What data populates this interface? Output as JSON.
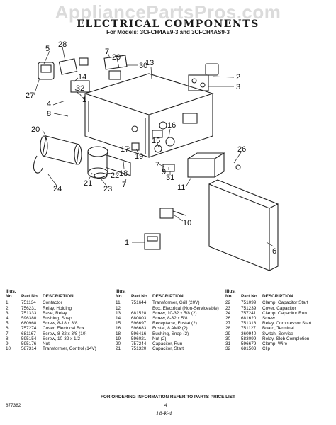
{
  "watermark": "AppliancePartsPros.com",
  "header": {
    "title": "ELECTRICAL COMPONENTS",
    "subtitle": "For Models: 3CFCH4AE9-3 and 3CFCH4AS9-3"
  },
  "callouts": [
    "5",
    "28",
    "14",
    "7",
    "29",
    "30",
    "13",
    "2",
    "3",
    "32",
    "1",
    "27",
    "4",
    "8",
    "16",
    "20",
    "26",
    "15",
    "17",
    "19",
    "7",
    "9",
    "31",
    "18",
    "22",
    "21",
    "23",
    "7",
    "24",
    "11",
    "10",
    "1",
    "6"
  ],
  "table": {
    "headers": {
      "illus_no": "Illus. No.",
      "part_no": "Part No.",
      "description": "DESCRIPTION"
    },
    "columns": [
      [
        {
          "no": "1",
          "part": "751134",
          "desc": "Contactor"
        },
        {
          "no": "2",
          "part": "756231",
          "desc": "Relay, Holding"
        },
        {
          "no": "3",
          "part": "751333",
          "desc": "Base, Relay"
        },
        {
          "no": "4",
          "part": "596380",
          "desc": "Bushing, Snap"
        },
        {
          "no": "5",
          "part": "680968",
          "desc": "Screw, 8-18 x 3/8"
        },
        {
          "no": "6",
          "part": "757274",
          "desc": "Cover, Electrical Box"
        },
        {
          "no": "7",
          "part": "681167",
          "desc": "Screw, 8-32 x 3/8 (10)"
        },
        {
          "no": "8",
          "part": "595154",
          "desc": "Screw, 10-32 x 1/2"
        },
        {
          "no": "9",
          "part": "595176",
          "desc": "Nut"
        },
        {
          "no": "10",
          "part": "587314",
          "desc": "Transformer, Control (14V)"
        }
      ],
      [
        {
          "no": "11",
          "part": "751644",
          "desc": "Transformer, Grill (20V)"
        },
        {
          "no": "12",
          "part": "",
          "desc": "Box, Electrical (Non-Serviceable)"
        },
        {
          "no": "13",
          "part": "681528",
          "desc": "Screw, 10-32 x 5/8 (2)"
        },
        {
          "no": "14",
          "part": "680803",
          "desc": "Screw, 8-32 x 5/8"
        },
        {
          "no": "15",
          "part": "596697",
          "desc": "Receptacle, Fustat (2)"
        },
        {
          "no": "16",
          "part": "596683",
          "desc": "Fustat, 8 AMP (2)"
        },
        {
          "no": "18",
          "part": "596416",
          "desc": "Bushing, Snap (2)"
        },
        {
          "no": "19",
          "part": "596021",
          "desc": "Nut (2)"
        },
        {
          "no": "20",
          "part": "757244",
          "desc": "Capacitor, Run"
        },
        {
          "no": "21",
          "part": "751320",
          "desc": "Capacitor, Start"
        }
      ],
      [
        {
          "no": "22",
          "part": "751099",
          "desc": "Clamp, Capacitor Start"
        },
        {
          "no": "23",
          "part": "751239",
          "desc": "Cover, Capacitor"
        },
        {
          "no": "24",
          "part": "757241",
          "desc": "Clamp, Capacitor Run"
        },
        {
          "no": "26",
          "part": "681620",
          "desc": "Screw"
        },
        {
          "no": "27",
          "part": "751318",
          "desc": "Relay, Compressor Start"
        },
        {
          "no": "28",
          "part": "751127",
          "desc": "Board, Terminal"
        },
        {
          "no": "29",
          "part": "360940",
          "desc": "Switch, Service"
        },
        {
          "no": "30",
          "part": "583099",
          "desc": "Relay, Slob Completion"
        },
        {
          "no": "31",
          "part": "596679",
          "desc": "Clamp, Wire"
        },
        {
          "no": "32",
          "part": "681503",
          "desc": "Clip"
        }
      ]
    ]
  },
  "footer": {
    "ordering_note": "FOR ORDERING INFORMATION REFER TO PARTS PRICE LIST",
    "code": "877382",
    "page": "4",
    "handwritten": "18-K-4"
  }
}
